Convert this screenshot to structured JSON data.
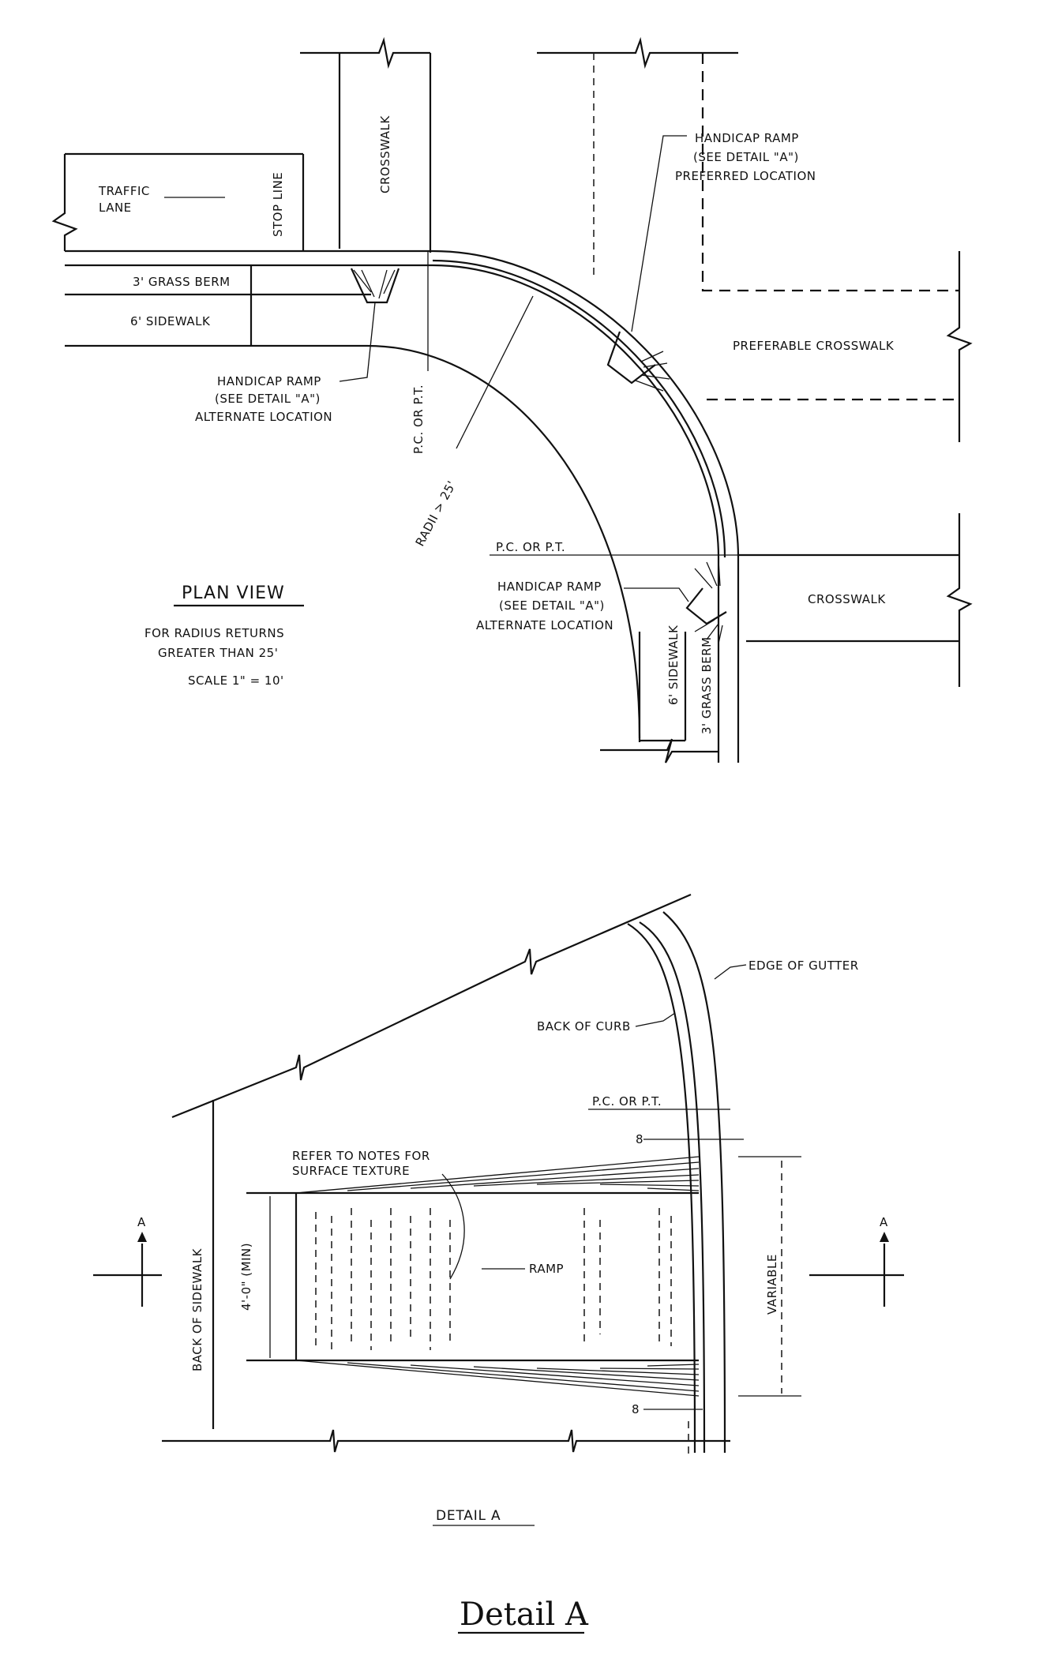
{
  "plan_view": {
    "crosswalk_top": "CROSSWALK",
    "stop_line": "STOP LINE",
    "traffic_lane": [
      "TRAFFIC",
      "LANE"
    ],
    "grass_berm": "3' GRASS BERM",
    "sidewalk": "6' SIDEWALK",
    "ramp_preferred": [
      "HANDICAP RAMP",
      "(SEE DETAIL \"A\")",
      "PREFERRED LOCATION"
    ],
    "ramp_alternate_1": [
      "HANDICAP RAMP",
      "(SEE DETAIL \"A\")",
      "ALTERNATE LOCATION"
    ],
    "ramp_alternate_2": [
      "HANDICAP RAMP",
      "(SEE DETAIL \"A\")",
      "ALTERNATE LOCATION"
    ],
    "preferable_crosswalk": "PREFERABLE CROSSWALK",
    "pc_pt_vertical": "P.C. OR P.T.",
    "pc_pt_horizontal": "P.C. OR P.T.",
    "radius": "RADII > 25'",
    "crosswalk_right": "CROSSWALK",
    "sidewalk_vertical": "6' SIDEWALK",
    "grass_berm_vertical": "3' GRASS BERM",
    "title": "PLAN VIEW",
    "subtitle": [
      "FOR RADIUS RETURNS",
      "GREATER THAN 25'",
      "SCALE 1\" = 10'"
    ]
  },
  "detail_a": {
    "edge_of_gutter": "EDGE OF GUTTER",
    "back_of_curb": "BACK OF CURB",
    "pc_pt": "P.C. OR P.T.",
    "refer_notes": [
      "REFER TO NOTES FOR",
      "SURFACE TEXTURE"
    ],
    "ramp": "RAMP",
    "min_width": "4'-0\" (MIN)",
    "variable": "VARIABLE",
    "back_of_sidewalk": "BACK OF SIDEWALK",
    "section_mark": "A",
    "dim_mark": "8",
    "title": "DETAIL A"
  },
  "caption": "Detail A"
}
